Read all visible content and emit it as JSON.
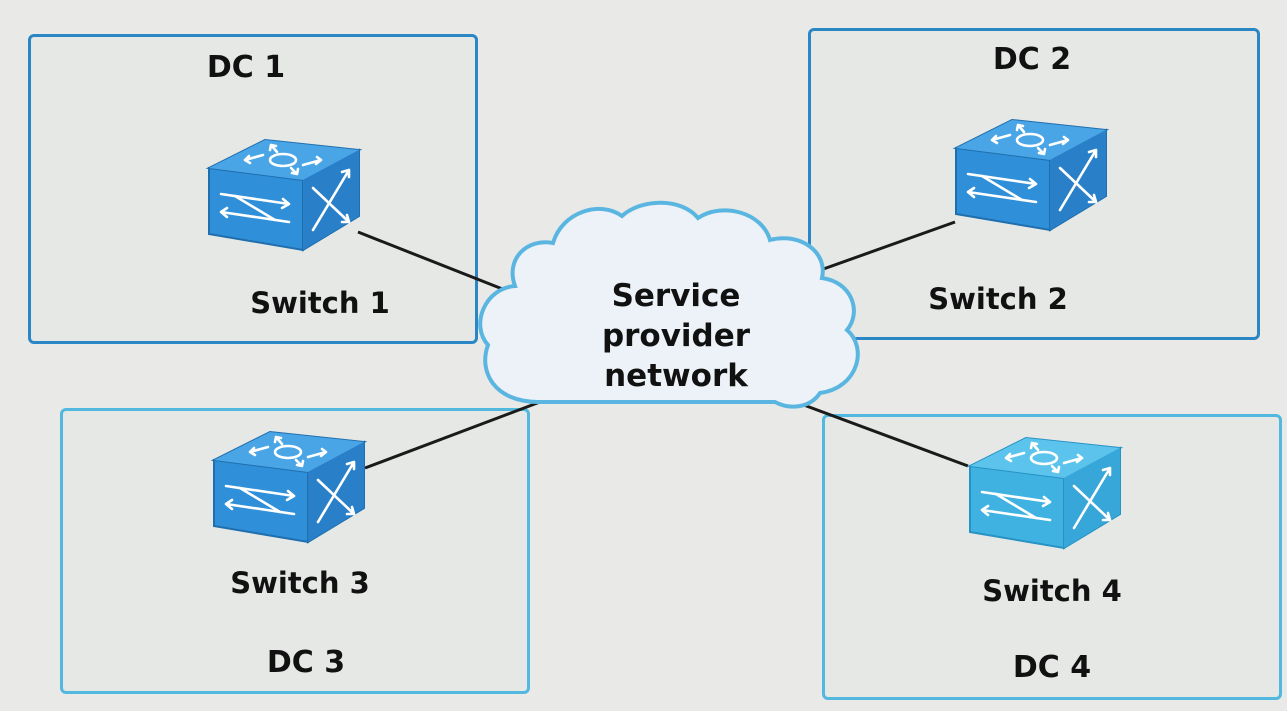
{
  "datacenters": [
    {
      "name": "DC 1",
      "switch": "Switch 1"
    },
    {
      "name": "DC 2",
      "switch": "Switch 2"
    },
    {
      "name": "DC 3",
      "switch": "Switch 3"
    },
    {
      "name": "DC 4",
      "switch": "Switch 4"
    }
  ],
  "cloud": {
    "lines": [
      "Service",
      "provider",
      "network"
    ]
  },
  "colors": {
    "box_border": "#2b86c6",
    "box_border_light": "#53b8df",
    "switch_blue": "#2f8fd8",
    "cloud_border": "#5ab6e0",
    "link": "#1a1a1a"
  },
  "icons": {
    "switch": "network-switch-icon",
    "cloud": "cloud-shape"
  }
}
